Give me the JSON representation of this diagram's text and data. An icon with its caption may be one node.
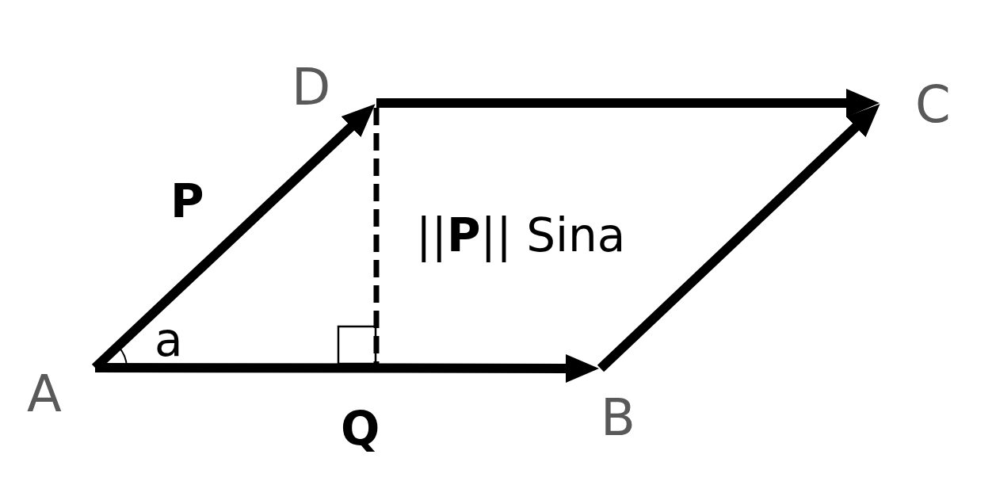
{
  "diagram": {
    "nodes": [
      {
        "text": [
          "D"
        ]
      },
      {
        "text": [
          "C"
        ]
      },
      {
        "text": [
          "A"
        ]
      },
      {
        "text": [
          "B"
        ]
      },
      {
        "text": [],
        "shape": "box"
      }
    ],
    "edges": [
      {
        "from": 2,
        "to": 0,
        "arrow": "to",
        "label": "P"
      },
      {
        "from": 0,
        "to": 1,
        "arrow": "to"
      },
      {
        "from": 2,
        "to": 3,
        "arrow": "to",
        "label": "Q"
      },
      {
        "from": 3,
        "to": 1,
        "arrow": "to"
      },
      {
        "from": 0,
        "to": 4,
        "arrow": "none",
        "style": "dashed",
        "label": "||**P**|| Sina"
      }
    ],
    "labels": [
      "a"
    ]
  }
}
